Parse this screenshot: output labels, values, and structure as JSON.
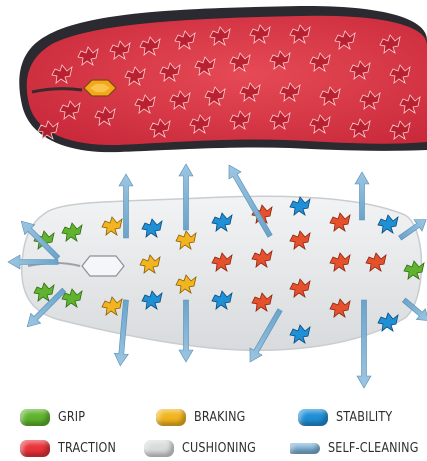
{
  "colors": {
    "grip": "#5fb32e",
    "braking": "#f2b51f",
    "stability": "#1f8fd6",
    "traction": "#e8343a",
    "cushioning": "#d9dbdc",
    "self_cleaning": "#7fb2d6",
    "sole_red": "#df3e4a",
    "sole_white": "#e9ebec",
    "lug_orange": "#e5502d",
    "logo_yellow": "#f4a81a"
  },
  "legend": {
    "items": [
      {
        "key": "grip",
        "label": "GRIP",
        "color": "#5fb32e",
        "icon": "rounded-pill-swatch"
      },
      {
        "key": "braking",
        "label": "BRAKING",
        "color": "#f2b51f",
        "icon": "rounded-pill-swatch"
      },
      {
        "key": "stability",
        "label": "STABILITY",
        "color": "#1f8fd6",
        "icon": "rounded-pill-swatch"
      },
      {
        "key": "traction",
        "label": "TRACTION",
        "color": "#e8343a",
        "icon": "rounded-pill-swatch"
      },
      {
        "key": "cushioning",
        "label": "CUSHIONING",
        "color": "#d9dbdc",
        "icon": "rounded-pill-swatch"
      },
      {
        "key": "self_cleaning",
        "label": "SELF-CLEANING",
        "color": "#7fb2d6",
        "icon": "arrow-swatch"
      }
    ]
  }
}
